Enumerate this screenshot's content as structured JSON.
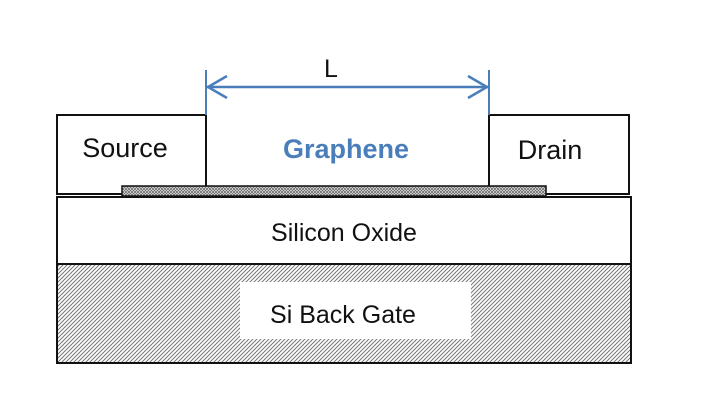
{
  "diagram": {
    "dimension_label": "L",
    "labels": {
      "source": "Source",
      "graphene": "Graphene",
      "drain": "Drain",
      "oxide": "Silicon Oxide",
      "gate": "Si Back Gate"
    },
    "colors": {
      "outline": "#111111",
      "arrow": "#4a7ebb",
      "graphene_text": "#4a7ebb",
      "hatch": "#777777",
      "fill": "#ffffff"
    }
  }
}
